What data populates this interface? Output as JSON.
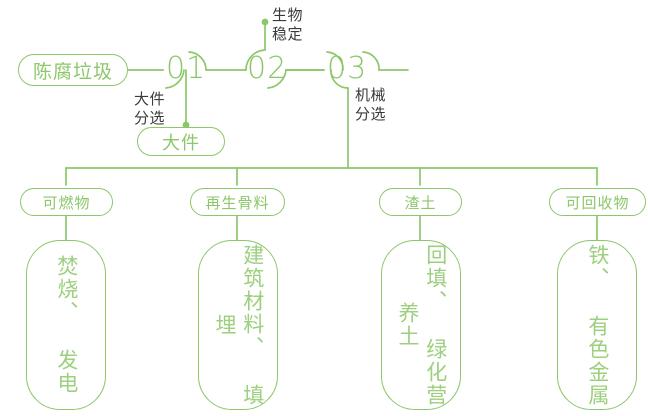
{
  "diagram": {
    "type": "process-flowchart",
    "orientation": "left-to-right-then-branching",
    "theme": {
      "line_color": "#8cc76a",
      "node_text_color": "#8cc76a",
      "box_text_color": "#9ccf7e",
      "annotation_color": "#3a3a3a",
      "background": "#ffffff"
    }
  },
  "input_node": {
    "label": "陈腐垃圾"
  },
  "stages": [
    {
      "number": "01",
      "annotation": "大件\n分选"
    },
    {
      "number": "02",
      "annotation": "生物\n稳定"
    },
    {
      "number": "03",
      "annotation": "机械\n分选"
    }
  ],
  "side_output": {
    "label": "大件"
  },
  "outputs": [
    {
      "category": "可燃物",
      "destination": "焚烧、 发电"
    },
    {
      "category": "再生骨料",
      "destination": "建筑材料、 填埋"
    },
    {
      "category": "渣土",
      "destination": "回填、 绿化营养土"
    },
    {
      "category": "可回收物",
      "destination": "铁、 有色金属"
    }
  ]
}
